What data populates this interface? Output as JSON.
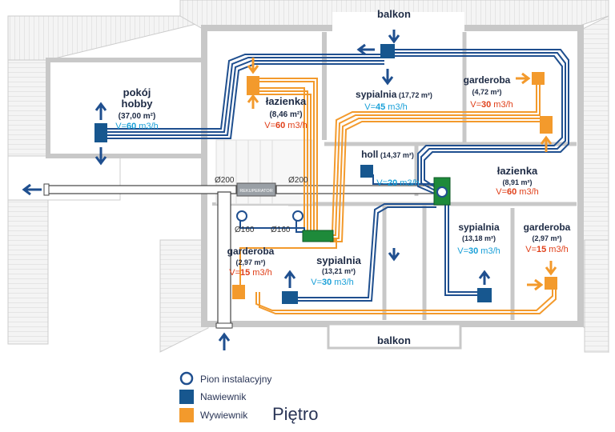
{
  "title": "Piętro",
  "colors": {
    "supply_pipe": "#1f4f8f",
    "exhaust_pipe": "#f39a2c",
    "supply_unit": "#17578f",
    "exhaust_unit": "#f39a2c",
    "exhaust_flow_text": "#e0401a",
    "supply_flow_text": "#1aa0d8",
    "wall": "#c8c8c8"
  },
  "balconies": {
    "top": "balkon",
    "bottom": "balkon"
  },
  "recuperator_label": "REKUPERATOR",
  "diameters": {
    "d200_left": "Ø200",
    "d200_right": "Ø200",
    "d160_left": "Ø160",
    "d160_right": "Ø160"
  },
  "rooms": {
    "pokoj_hobby": {
      "name1": "pokój",
      "name2": "hobby",
      "area": "(37,00 m²)",
      "flow_prefix": "V=",
      "flow": "60",
      "unit": " m3/h"
    },
    "lazienka_1": {
      "name": "łazienka",
      "area": "(8,46 m²)",
      "flow_prefix": "V=",
      "flow": "60",
      "unit": " m3/h"
    },
    "sypialnia_1": {
      "name": "sypialnia",
      "area": " (17,72 m²)",
      "flow_prefix": "V=",
      "flow": "45",
      "unit": " m3/h"
    },
    "garderoba_1": {
      "name": "garderoba",
      "area": "(4,72 m²)",
      "flow_prefix": "V=",
      "flow": "30",
      "unit": " m3/h"
    },
    "holl": {
      "name": "holl",
      "area": " (14,37 m²)",
      "flow_prefix": "V=",
      "flow": "20",
      "unit": " m3/h"
    },
    "lazienka_2": {
      "name": "łazienka",
      "area": "(8,91 m²)",
      "flow_prefix": "V=",
      "flow": "60",
      "unit": " m3/h"
    },
    "garderoba_2": {
      "name": "garderoba",
      "area": "(2,97 m²)",
      "flow_prefix": "V=",
      "flow": "15",
      "unit": " m3/h"
    },
    "sypialnia_2": {
      "name": "sypialnia",
      "area": "(13,21 m²)",
      "flow_prefix": "V=",
      "flow": "30",
      "unit": " m3/h"
    },
    "sypialnia_3": {
      "name": "sypialnia",
      "area": "(13,18 m²)",
      "flow_prefix": "V=",
      "flow": "30",
      "unit": " m3/h"
    },
    "garderoba_3": {
      "name": "garderoba",
      "area": "(2,97 m²)",
      "flow_prefix": "V=",
      "flow": "15",
      "unit": " m3/h"
    }
  },
  "legend": [
    {
      "label": "Pion instalacyjny",
      "icon": "riser-circle-icon"
    },
    {
      "label": "Nawiewnik",
      "icon": "supply-square-icon"
    },
    {
      "label": "Wywiewnik",
      "icon": "exhaust-square-icon"
    }
  ]
}
